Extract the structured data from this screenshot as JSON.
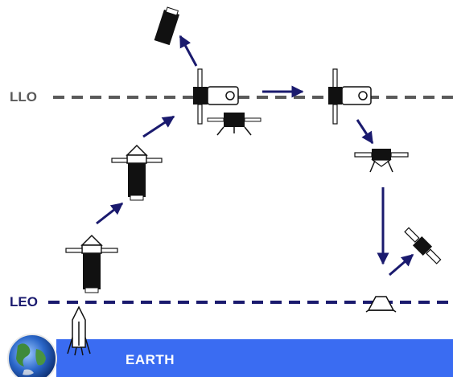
{
  "labels": {
    "llo": "LLO",
    "leo": "LEO",
    "earth": "EARTH"
  },
  "colors": {
    "llo_line": "#5a5a5a",
    "leo_line": "#1a1a6e",
    "arrow": "#1a1a6e",
    "earth_band": "#3a6cf2",
    "spacecraft": "#111111"
  },
  "icons": [
    "earth-globe-icon",
    "launch-rocket-icon",
    "spacecraft-icon",
    "lander-icon",
    "satellite-icon"
  ]
}
